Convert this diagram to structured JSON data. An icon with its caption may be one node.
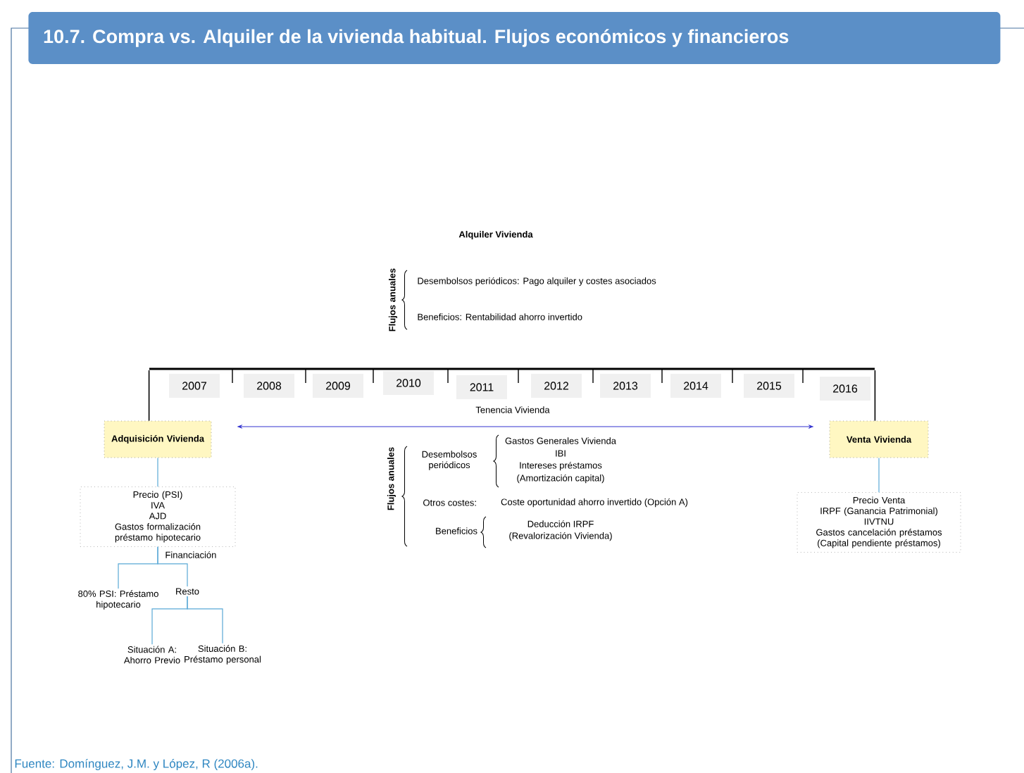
{
  "diagram": {
    "title": "10.7.  Compra vs. Alquiler de la vivienda habitual. Flujos económicos y financieros",
    "caption": "Fuente: Domínguez, J.M. y López, R (2006a).",
    "nodes": [
      {
        "text": [
          "Adquisición Vivienda"
        ]
      },
      {
        "text": [
          "Precio (PSI)",
          "IVA",
          "AJD",
          "Gastos formalización préstamo hipotecario"
        ]
      },
      {
        "text": [
          "80% PSI: Préstamo hipotecario"
        ]
      },
      {
        "text": [
          "Resto"
        ]
      },
      {
        "text": [
          "Situación A: Ahorro Previo"
        ]
      },
      {
        "text": [
          "Situación B: Préstamo personal"
        ]
      },
      {
        "text": [
          "Venta Vivienda"
        ]
      },
      {
        "text": [
          "Precio Venta",
          "IRPF (Ganancia Patrimonial)",
          "IIVTNU",
          "Gastos cancelación préstamos",
          "(Capital pendiente préstamos)"
        ]
      },
      {
        "text": [],
        "shape": "bar"
      }
    ],
    "edges": [
      {
        "from": 0,
        "to": 1,
        "arrow": "none"
      },
      {
        "from": 1,
        "to": 2,
        "arrow": "none"
      },
      {
        "from": 1,
        "to": 3,
        "arrow": "none"
      },
      {
        "from": 3,
        "to": 4,
        "arrow": "none"
      },
      {
        "from": 3,
        "to": 5,
        "arrow": "none"
      },
      {
        "from": 6,
        "to": 7,
        "arrow": "none"
      },
      {
        "from": 0,
        "to": 6,
        "arrow": "both",
        "color": "#3535d0"
      },
      {
        "from": 8,
        "to": 0,
        "arrow": "none",
        "color": "#000000"
      },
      {
        "from": 8,
        "to": 6,
        "arrow": "none",
        "color": "#000000"
      }
    ],
    "labels": [
      "Alquiler Vivienda",
      "Flujos anuales",
      "Desembolsos periódicos: Pago alquiler y costes asociados",
      "Beneficios: Rentabilidad ahorro invertido",
      "2007",
      "2008",
      "2009",
      "2010",
      "2011",
      "2012",
      "2013",
      "2014",
      "2015",
      "2016",
      "Tenencia Vivienda",
      "Flujos anuales",
      "Desembolsos periódicos",
      "Gastos Generales Vivienda",
      "IBI",
      "Intereses préstamos",
      "(Amortización capital)",
      "Otros costes:",
      "Coste oportunidad ahorro invertido (Opción A)",
      "Beneficios",
      "Deducción IRPF",
      "(Revalorización Vivienda)",
      "Financiación"
    ]
  }
}
